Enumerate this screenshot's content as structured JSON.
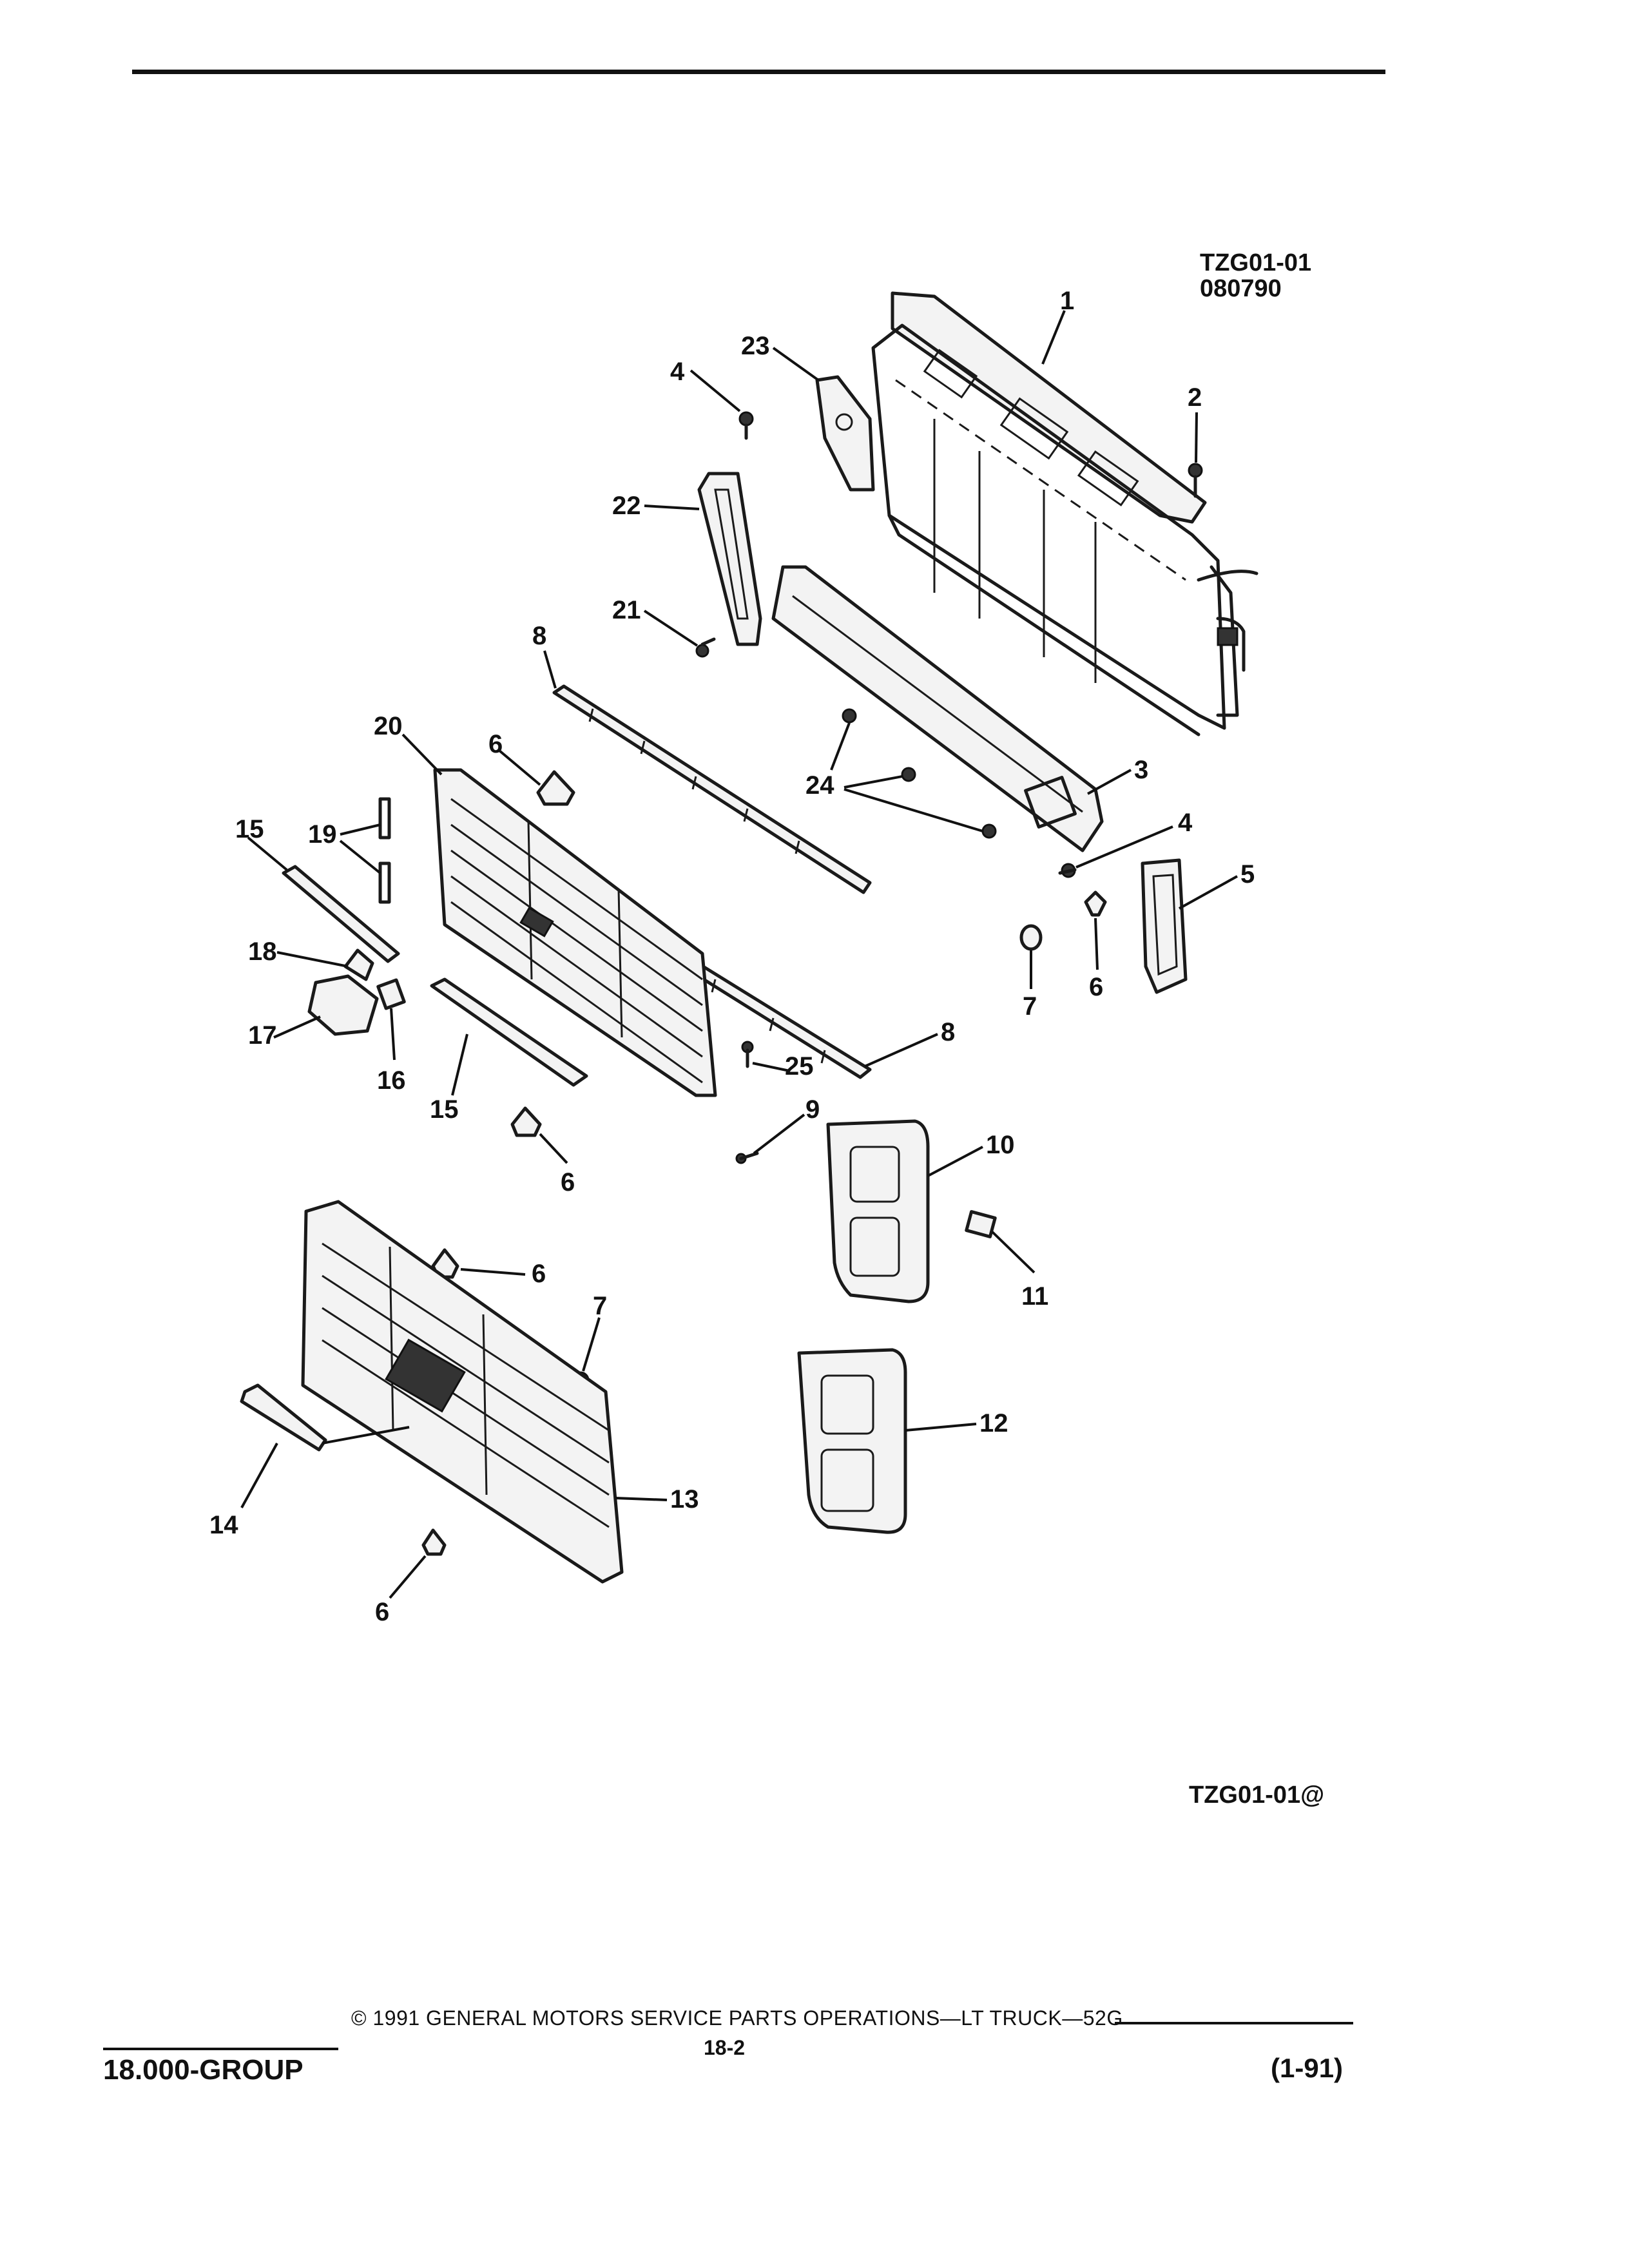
{
  "drawing": {
    "id": "TZG01-01",
    "date_code": "080790",
    "image_ref": "TZG01-01@"
  },
  "callouts": [
    "1",
    "2",
    "3",
    "4",
    "4",
    "5",
    "6",
    "6",
    "6",
    "6",
    "6",
    "7",
    "7",
    "8",
    "8",
    "9",
    "10",
    "11",
    "12",
    "13",
    "14",
    "15",
    "15",
    "16",
    "17",
    "18",
    "19",
    "20",
    "21",
    "22",
    "23",
    "24",
    "25"
  ],
  "footer": {
    "group": "18.000-GROUP",
    "copyright": "© 1991  GENERAL MOTORS SERVICE PARTS OPERATIONS—LT TRUCK—52G",
    "page": "18-2",
    "date": "(1-91)"
  }
}
